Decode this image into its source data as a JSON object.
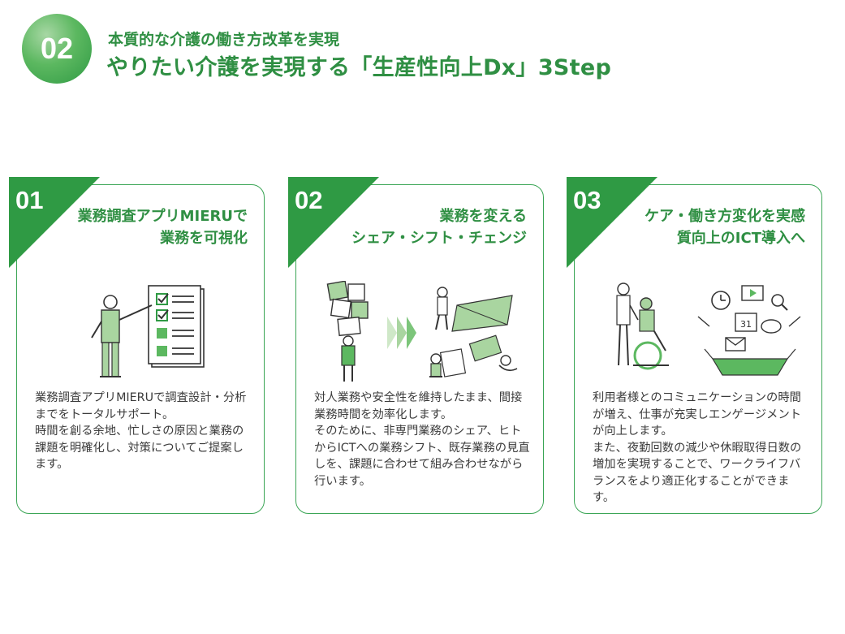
{
  "header": {
    "badge": "02",
    "subtitle": "本質的な介護の働き方改革を実現",
    "title": "やりたい介護を実現する「生産性向上Dx」3Step"
  },
  "colors": {
    "accent": "#2f9a44",
    "accent_light": "#a9d5a0",
    "text": "#333333"
  },
  "steps": [
    {
      "number": "01",
      "title_lines": [
        "業務調査アプリMIERUで",
        "業務を可視化"
      ],
      "description_lines": [
        "業務調査アプリMIERUで調査設計・分析までをトータルサポート。",
        "時間を創る余地、忙しさの原因と業務の課題を明確化し、対策についてご提案します。"
      ],
      "illustration": "person-pointing-checklist-illustration"
    },
    {
      "number": "02",
      "title_lines": [
        "業務を変える",
        "シェア・シフト・チェンジ"
      ],
      "description_lines": [
        "対人業務や安全性を維持したまま、間接業務時間を効率化します。",
        "そのために、非専門業務のシェア、ヒトからICTへの業務シフト、既存業務の見直しを、課題に合わせて組み合わせながら行います。"
      ],
      "illustration": "task-sharing-illustration"
    },
    {
      "number": "03",
      "title_lines": [
        "ケア・働き方変化を実感",
        "質向上のICT導入へ"
      ],
      "description_lines": [
        "利用者様とのコミュニケーションの時間が増え、仕事が充実しエンゲージメントが向上します。",
        "また、夜勤回数の減少や休暇取得日数の増加を実現することで、ワークライフバランスをより適正化することができます。"
      ],
      "illustration": "caregiver-ict-illustration"
    }
  ]
}
